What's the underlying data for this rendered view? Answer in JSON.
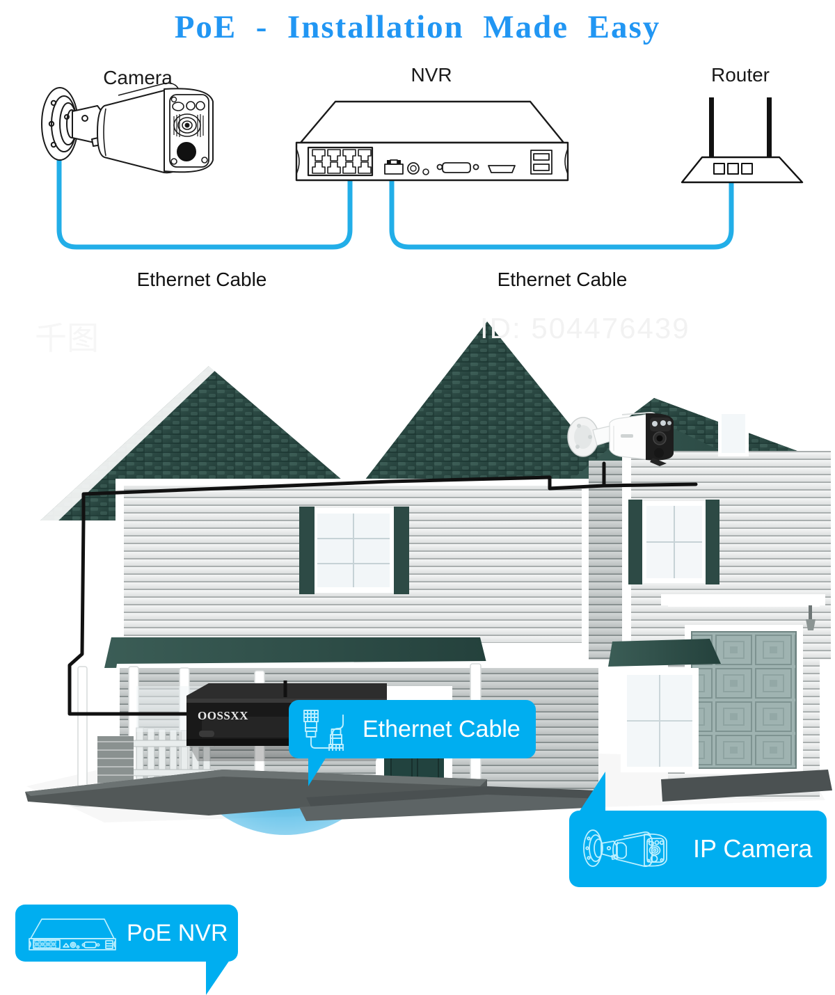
{
  "page": {
    "title": "PoE  -  Installation  Made  Easy",
    "title_color": "#2196F3",
    "background": "#ffffff"
  },
  "diagram": {
    "devices": [
      {
        "id": "camera",
        "label": "Camera",
        "icon": "bullet-camera-line-icon"
      },
      {
        "id": "nvr",
        "label": "NVR",
        "icon": "nvr-rear-panel-line-icon"
      },
      {
        "id": "router",
        "label": "Router",
        "icon": "router-line-icon"
      }
    ],
    "connections": [
      {
        "id": "camera-to-nvr",
        "label": "Ethernet Cable",
        "color": "#22AEE8"
      },
      {
        "id": "nvr-to-router",
        "label": "Ethernet Cable",
        "color": "#22AEE8"
      }
    ],
    "nvr_ports": {
      "poe_ports_count": 8,
      "poe_rows": 2,
      "poe_cols": 4,
      "other_ports": [
        "lan-port",
        "power-jack",
        "reset-button",
        "vga-port",
        "hdmi-port",
        "usb-ports"
      ]
    },
    "router_ports_count": 3,
    "router_antennas_count": 2
  },
  "scene": {
    "house": {
      "roof_color": "#2d4a45",
      "siding_color": "#e8eaea",
      "trim_color": "#ffffff",
      "door_color": "#22433f",
      "shutter_color": "#2d4a45",
      "ground_color": "#f4f4f4",
      "driveway_color": "#4a4f51"
    },
    "glow_color": "#29ABE2",
    "cable_run_color": "#111111",
    "nvr_device": {
      "brand": "OOSSXX",
      "body_color": "#1b1b1b",
      "led_color": "#2ecc40"
    },
    "callouts": [
      {
        "id": "ethernet-cable",
        "label": "Ethernet Cable",
        "icon": "ethernet-cable-icon",
        "color": "#00AEF0"
      },
      {
        "id": "ip-camera",
        "label": "IP Camera",
        "icon": "ip-camera-icon",
        "color": "#00AEF0"
      },
      {
        "id": "poe-nvr",
        "label": "PoE NVR",
        "icon": "poe-nvr-icon",
        "color": "#00AEF0"
      }
    ],
    "watermark": "ID: 504476439",
    "watermark_mark": "千图"
  }
}
